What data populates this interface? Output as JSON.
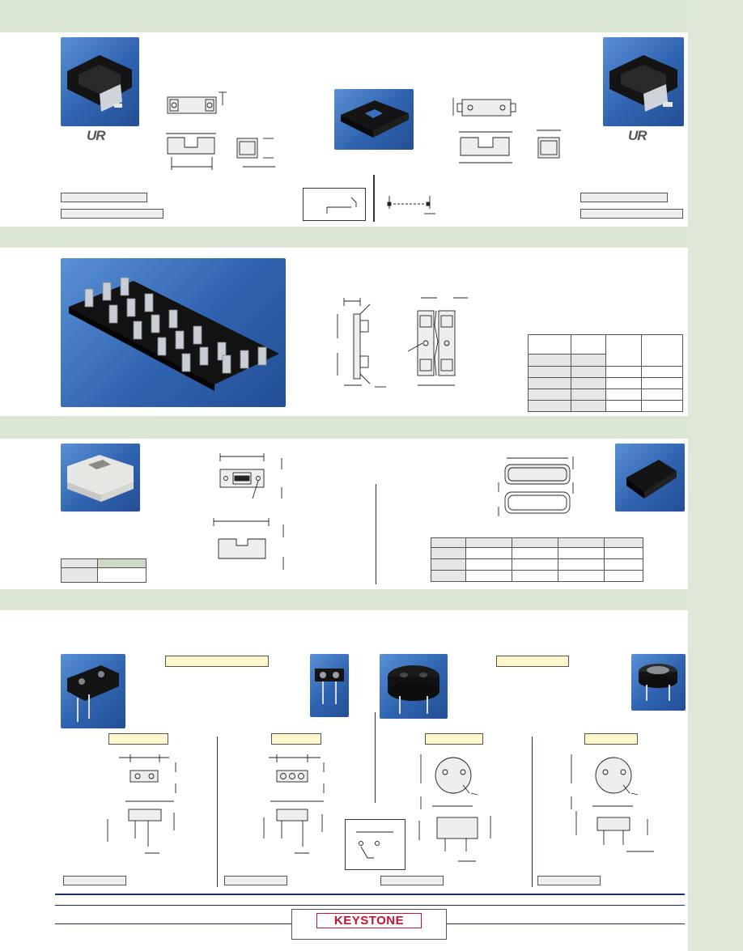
{
  "marks": {
    "ul_recognized": "UR",
    "ul_recognized_right": "UR"
  },
  "logo": {
    "brand": "KEYSTONE"
  },
  "colors": {
    "band": "#dce6d4",
    "sidebar": "#dfe8d7",
    "photo_blue": "#3a70c0",
    "brand_red": "#c4122f",
    "yellow_label": "#fff8cc",
    "footer_rule": "#1b2f63"
  },
  "icons": [
    "ul-recognized-icon",
    "fuse-holder-photo",
    "fuse-clip-strip-photo",
    "pin-fuse-holder-photo",
    "round-fuse-holder-photo"
  ]
}
